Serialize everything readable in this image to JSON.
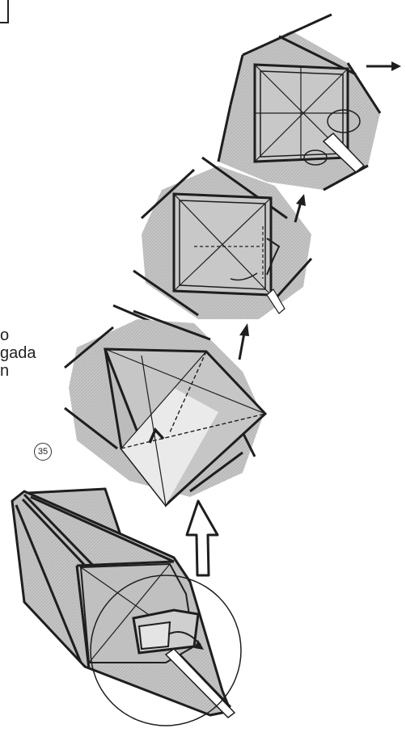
{
  "diagram": {
    "side_text_lines": [
      "o",
      "gada",
      "n"
    ],
    "step_number": "35",
    "colors": {
      "paper_gray": "#bdbdbd",
      "paper_light": "#e6e6e6",
      "line": "#1e1e1e",
      "background": "#ffffff"
    },
    "icons": [
      "arrow-right-icon",
      "arrow-up-icon",
      "hollow-up-arrow-icon",
      "fold-arrow-icon",
      "zoom-circle-icon"
    ]
  }
}
